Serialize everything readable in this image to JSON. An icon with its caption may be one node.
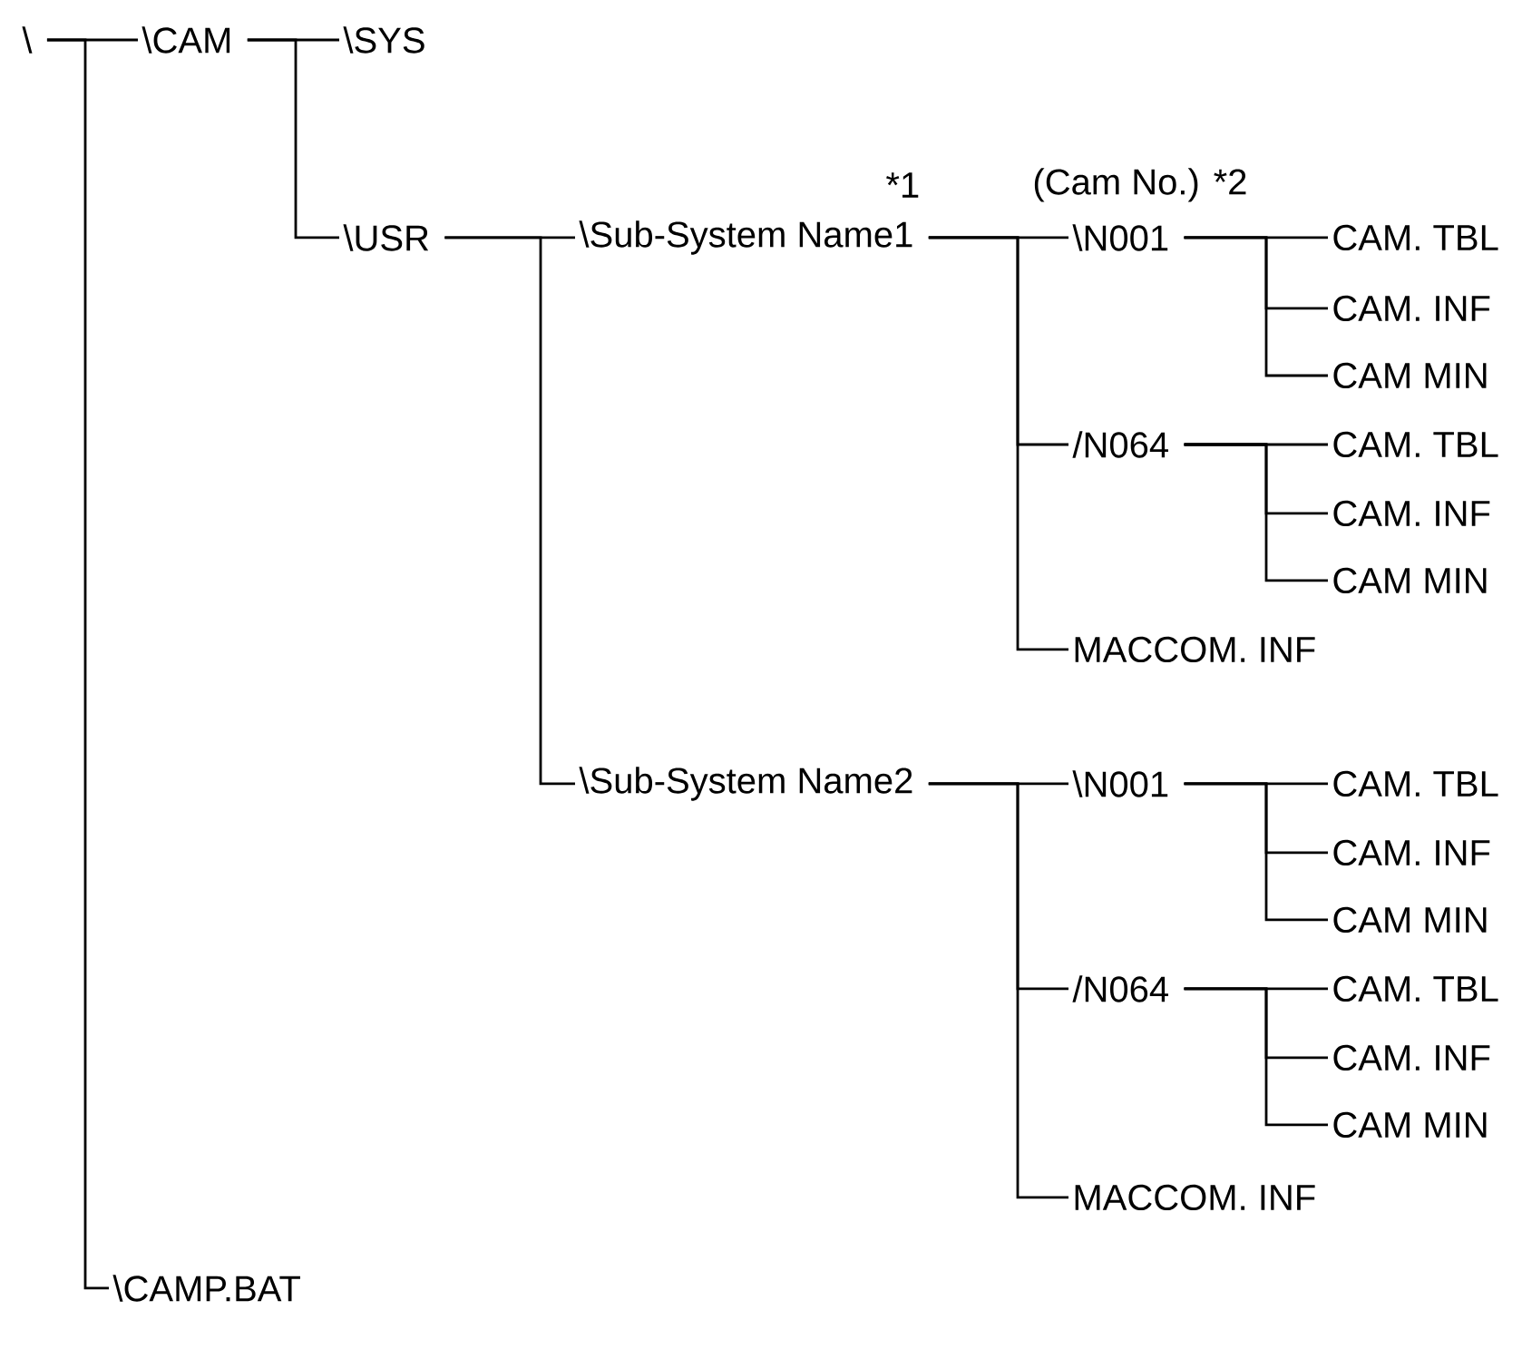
{
  "diagram": {
    "nodes": [
      {
        "text": [
          "\\"
        ]
      },
      {
        "text": [
          "\\CAM"
        ]
      },
      {
        "text": [
          "\\SYS"
        ]
      },
      {
        "text": [
          "\\USR"
        ]
      },
      {
        "text": [
          "\\Sub-System Name1"
        ]
      },
      {
        "text": [
          "\\N001"
        ]
      },
      {
        "text": [
          "CAM. TBL"
        ]
      },
      {
        "text": [
          "CAM. INF"
        ]
      },
      {
        "text": [
          "CAM MIN"
        ]
      },
      {
        "text": [
          "/N064"
        ]
      },
      {
        "text": [
          "CAM. TBL"
        ]
      },
      {
        "text": [
          "CAM. INF"
        ]
      },
      {
        "text": [
          "CAM MIN"
        ]
      },
      {
        "text": [
          "MACCOM. INF"
        ]
      },
      {
        "text": [
          "\\Sub-System Name2"
        ]
      },
      {
        "text": [
          "\\N001"
        ]
      },
      {
        "text": [
          "CAM. TBL"
        ]
      },
      {
        "text": [
          "CAM. INF"
        ]
      },
      {
        "text": [
          "CAM MIN"
        ]
      },
      {
        "text": [
          "/N064"
        ]
      },
      {
        "text": [
          "CAM. TBL"
        ]
      },
      {
        "text": [
          "CAM. INF"
        ]
      },
      {
        "text": [
          "CAM MIN"
        ]
      },
      {
        "text": [
          "MACCOM. INF"
        ]
      },
      {
        "text": [
          "\\CAMP.BAT"
        ]
      }
    ],
    "edges": [
      {
        "from": 0,
        "to": 1,
        "arrow": "none"
      },
      {
        "from": 0,
        "to": 24,
        "arrow": "none"
      },
      {
        "from": 1,
        "to": 2,
        "arrow": "none"
      },
      {
        "from": 1,
        "to": 3,
        "arrow": "none"
      },
      {
        "from": 3,
        "to": 4,
        "arrow": "none"
      },
      {
        "from": 3,
        "to": 14,
        "arrow": "none"
      },
      {
        "from": 4,
        "to": 5,
        "arrow": "none"
      },
      {
        "from": 4,
        "to": 9,
        "arrow": "none"
      },
      {
        "from": 4,
        "to": 13,
        "arrow": "none"
      },
      {
        "from": 5,
        "to": 6,
        "arrow": "none"
      },
      {
        "from": 5,
        "to": 7,
        "arrow": "none"
      },
      {
        "from": 5,
        "to": 8,
        "arrow": "none"
      },
      {
        "from": 9,
        "to": 10,
        "arrow": "none"
      },
      {
        "from": 9,
        "to": 11,
        "arrow": "none"
      },
      {
        "from": 9,
        "to": 12,
        "arrow": "none"
      },
      {
        "from": 14,
        "to": 15,
        "arrow": "none"
      },
      {
        "from": 14,
        "to": 19,
        "arrow": "none"
      },
      {
        "from": 14,
        "to": 23,
        "arrow": "none"
      },
      {
        "from": 15,
        "to": 16,
        "arrow": "none"
      },
      {
        "from": 15,
        "to": 17,
        "arrow": "none"
      },
      {
        "from": 15,
        "to": 18,
        "arrow": "none"
      },
      {
        "from": 19,
        "to": 20,
        "arrow": "none"
      },
      {
        "from": 19,
        "to": 21,
        "arrow": "none"
      },
      {
        "from": 19,
        "to": 22,
        "arrow": "none"
      }
    ],
    "labels": [
      "*1",
      "(Cam No.) *2"
    ]
  }
}
